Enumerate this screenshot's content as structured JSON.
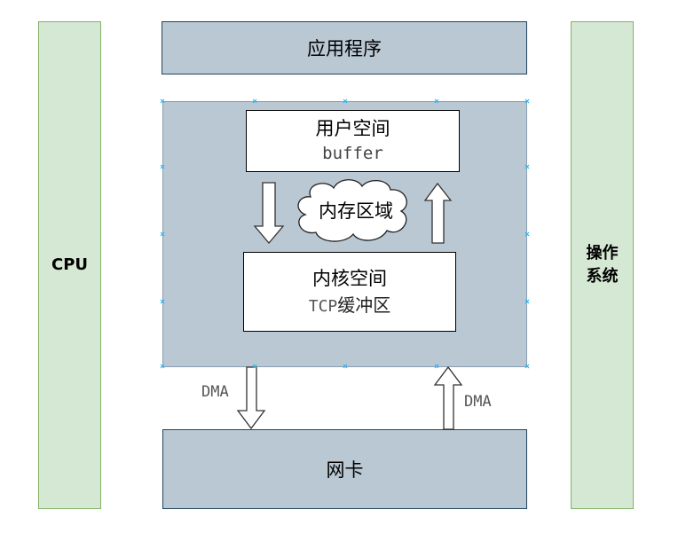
{
  "left_panel": {
    "label": "CPU",
    "color": "#d5e8d4"
  },
  "right_panel": {
    "label_line1": "操作",
    "label_line2": "系统",
    "color": "#d5e8d4"
  },
  "app": {
    "label": "应用程序",
    "color": "#bac8d3"
  },
  "memory": {
    "user_space": {
      "title": "用户空间",
      "sub": "buffer"
    },
    "cloud": {
      "label": "内存区域"
    },
    "kernel_space": {
      "title": "内核空间",
      "sub_ascii": "TCP",
      "sub_cjk": "缓冲区"
    }
  },
  "dma": {
    "down_label": "DMA",
    "up_label": "DMA"
  },
  "nic": {
    "label": "网卡"
  }
}
